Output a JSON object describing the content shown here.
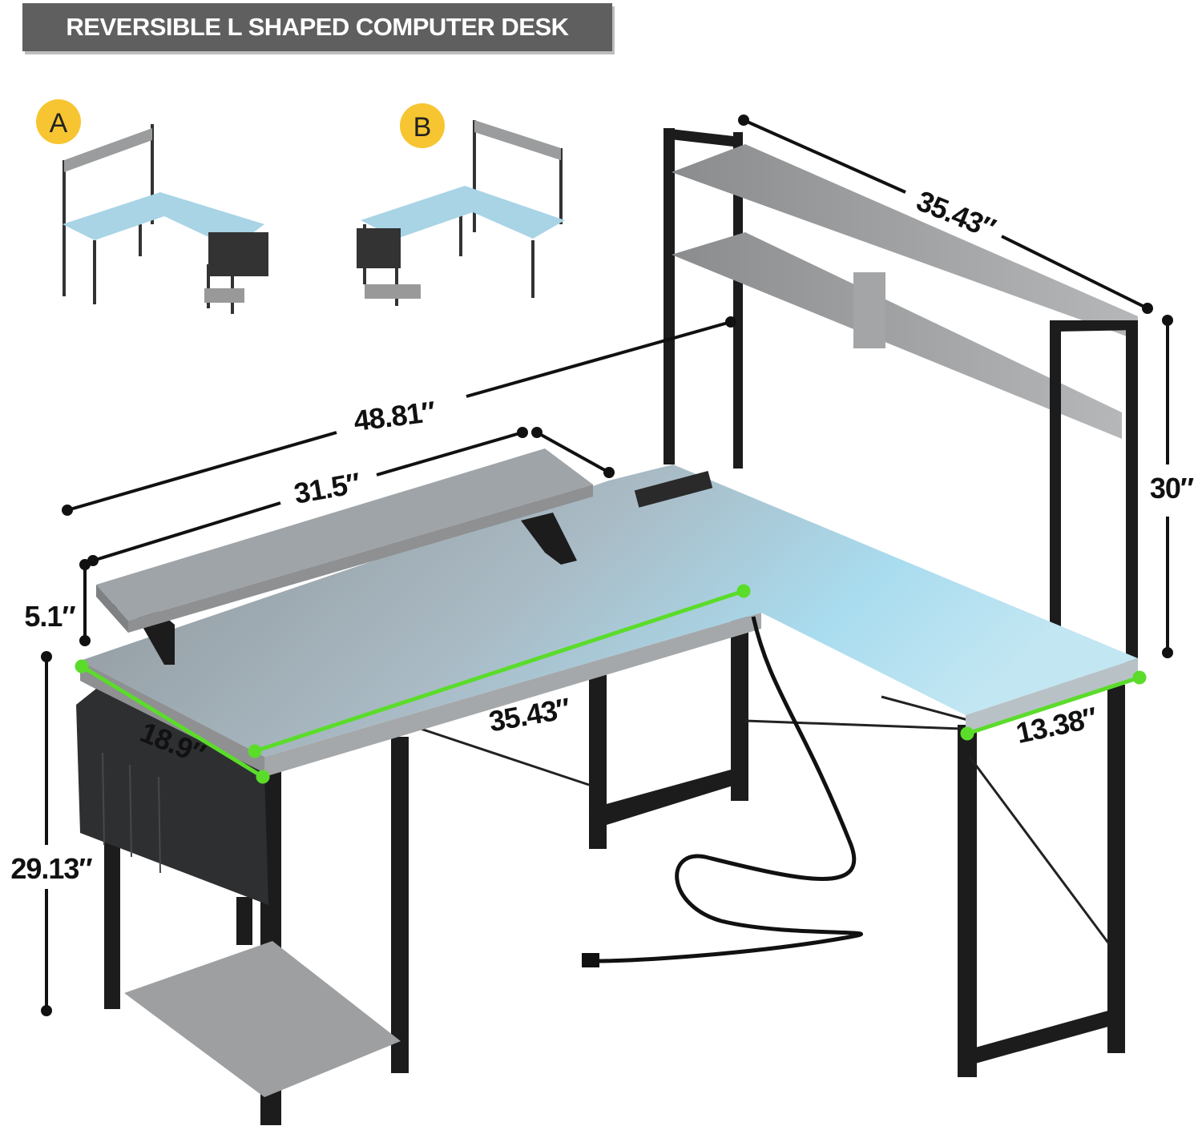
{
  "header": {
    "title": "REVERSIBLE L SHAPED COMPUTER DESK"
  },
  "variants": [
    {
      "label": "A"
    },
    {
      "label": "B"
    }
  ],
  "dimensions": {
    "hutch_width": "35.43″",
    "total_width": "48.81″",
    "monitor_stand_width": "31.5″",
    "hutch_height": "30″",
    "monitor_stand_height": "5.1″",
    "desk_height": "29.13″",
    "main_desk_length": "35.43″",
    "main_desk_depth": "18.9″",
    "wing_depth": "13.38″"
  },
  "colors": {
    "accent_line": "#5bdc2a",
    "badge": "#f7c531",
    "banner": "#5f5f5f"
  }
}
